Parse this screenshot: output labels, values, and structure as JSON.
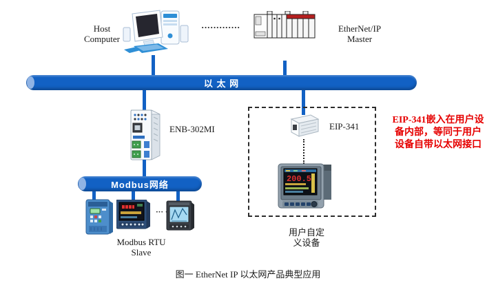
{
  "colors": {
    "bus": "#1261c4",
    "bus_cap": "#8fb3e4",
    "annotation_red": "#e60000"
  },
  "buses": {
    "ethernet_label": "以 太 网",
    "modbus_label": "Modbus网络"
  },
  "nodes": {
    "host": {
      "line1": "Host",
      "line2": "Computer"
    },
    "master": {
      "line1": "EtherNet/IP",
      "line2": "Master"
    },
    "gateway_label": "ENB-302MI",
    "eip_label": "EIP-341",
    "slaves": {
      "line1": "Modbus RTU",
      "line2": "Slave"
    },
    "user_device": {
      "line1": "用户自定",
      "line2": "义设备"
    }
  },
  "connectors": {
    "top_dots": "·············",
    "slave_dots": "··· ·"
  },
  "annotation": {
    "line1": "EIP-341嵌入在用户设",
    "line2": "备内部，等同于用户",
    "line3": "设备自带以太网接口"
  },
  "screens": {
    "recorder_value": "200.5"
  },
  "caption": "图一  EtherNet IP 以太网产品典型应用"
}
